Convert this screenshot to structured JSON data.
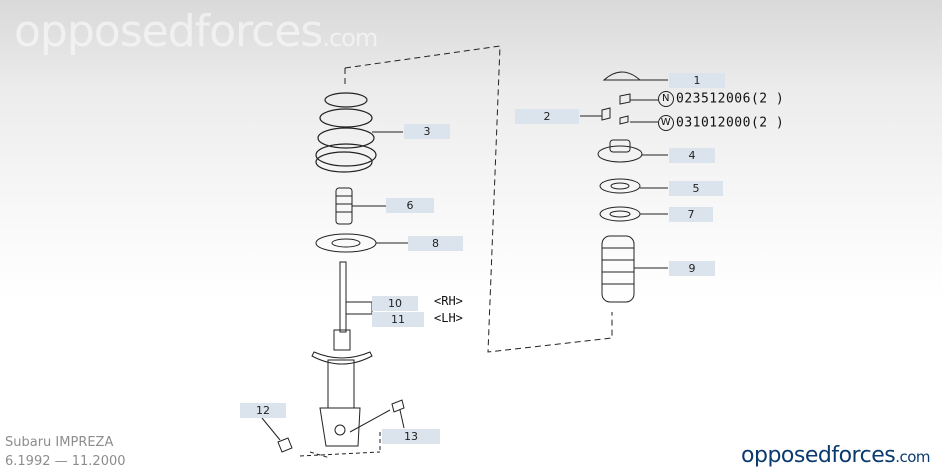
{
  "watermark": {
    "main": "opposedforces",
    "suffix": ".com"
  },
  "callouts": [
    {
      "id": "1",
      "label": "1"
    },
    {
      "id": "2",
      "label": "2"
    },
    {
      "id": "3",
      "label": "3"
    },
    {
      "id": "4",
      "label": "4"
    },
    {
      "id": "5",
      "label": "5"
    },
    {
      "id": "6",
      "label": "6"
    },
    {
      "id": "7",
      "label": "7"
    },
    {
      "id": "8",
      "label": "8"
    },
    {
      "id": "9",
      "label": "9"
    },
    {
      "id": "10",
      "label": "10"
    },
    {
      "id": "11",
      "label": "11"
    },
    {
      "id": "12",
      "label": "12"
    },
    {
      "id": "13",
      "label": "13"
    }
  ],
  "part_numbers": [
    {
      "symbol": "N",
      "number": "023512006(2 )"
    },
    {
      "symbol": "W",
      "number": "031012000(2 )"
    }
  ],
  "sides": {
    "rh": "<RH>",
    "lh": "<LH>"
  },
  "model": {
    "name": "Subaru IMPREZA",
    "years": "6.1992 — 11.2000"
  },
  "brand": {
    "main": "opposedforces",
    "suffix": ".com"
  },
  "colors": {
    "callout_bg": "#dbe3ec",
    "brand": "#0b3a6e",
    "line": "#222222"
  }
}
